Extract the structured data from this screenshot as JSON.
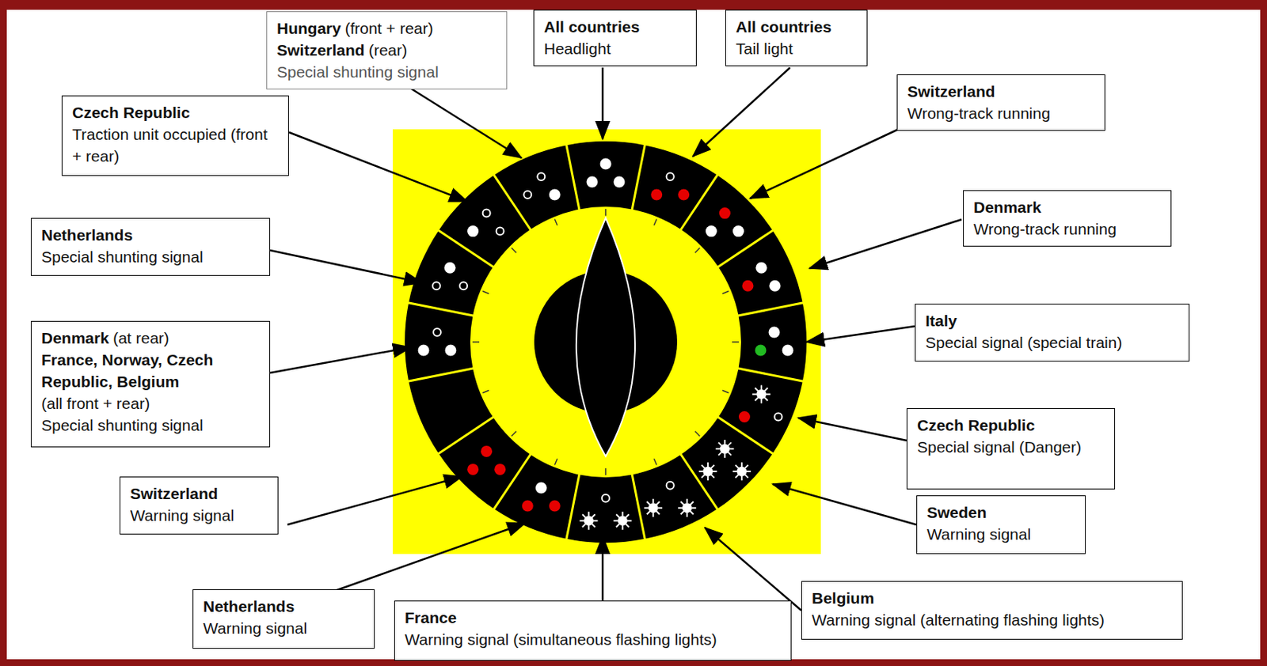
{
  "diagram": {
    "nodes": [
      {
        "text": [
          "Hungary",
          "(front + rear)",
          "Switzerland",
          "(rear)",
          "Special shunting signal"
        ]
      },
      {
        "text": [
          "All countries",
          "Headlight"
        ]
      },
      {
        "text": [
          "All countries",
          "Tail light"
        ]
      },
      {
        "text": [
          "Switzerland",
          "Wrong-track running"
        ]
      },
      {
        "text": [
          "Czech Republic",
          "Traction unit occupied (front + rear)"
        ]
      },
      {
        "text": [
          "Denmark",
          "Wrong-track running"
        ]
      },
      {
        "text": [
          "Netherlands",
          "Special shunting signal"
        ]
      },
      {
        "text": [
          "Italy",
          "Special signal (special train)"
        ]
      },
      {
        "text": [
          "Denmark",
          "(at rear)",
          "France, Norway, Czech Republic, Belgium",
          "(all front + rear)",
          "Special shunting signal"
        ]
      },
      {
        "text": [
          "Czech Republic",
          "Special signal (Danger)"
        ]
      },
      {
        "text": [
          "Switzerland",
          "Warning signal"
        ]
      },
      {
        "text": [
          "Sweden",
          "Warning signal"
        ]
      },
      {
        "text": [
          "Netherlands",
          "Warning signal"
        ]
      },
      {
        "text": [
          "France",
          "Warning signal (simultaneous flashing lights)"
        ]
      },
      {
        "text": [
          "Belgium",
          "Warning signal (alternating flashing lights)"
        ]
      }
    ]
  }
}
